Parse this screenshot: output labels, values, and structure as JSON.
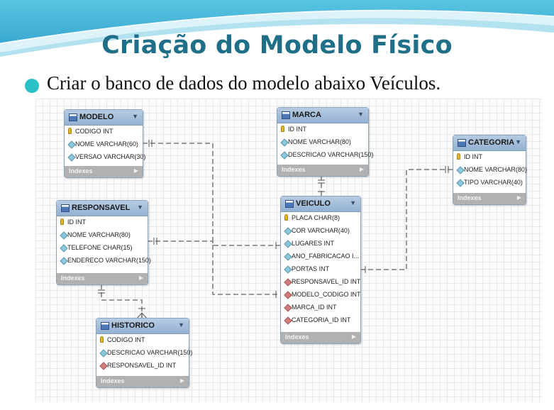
{
  "slide": {
    "title": "Criação do Modelo Físico",
    "bullet": "Criar o banco de dados do modelo abaixo Veículos."
  },
  "colors": {
    "title": "#1f6f89",
    "bullet": "#2bc0c8",
    "wave": "#44b8d8"
  },
  "indexes_label": "Indexes",
  "tables": [
    {
      "id": "modelo",
      "name": "MODELO",
      "columns": [
        {
          "icon": "pk",
          "text": "CODIGO INT"
        },
        {
          "icon": "col",
          "text": "NOME VARCHAR(60)"
        },
        {
          "icon": "col",
          "text": "VERSAO VARCHAR(30)"
        }
      ]
    },
    {
      "id": "marca",
      "name": "MARCA",
      "columns": [
        {
          "icon": "pk",
          "text": "ID INT"
        },
        {
          "icon": "col",
          "text": "NOME VARCHAR(80)"
        },
        {
          "icon": "col",
          "text": "DESCRICAO VARCHAR(150)"
        }
      ]
    },
    {
      "id": "categoria",
      "name": "CATEGORIA",
      "columns": [
        {
          "icon": "pk",
          "text": "ID INT"
        },
        {
          "icon": "col",
          "text": "NOME VARCHAR(80)"
        },
        {
          "icon": "col",
          "text": "TIPO VARCHAR(40)"
        }
      ]
    },
    {
      "id": "responsavel",
      "name": "RESPONSAVEL",
      "columns": [
        {
          "icon": "pk",
          "text": "ID INT"
        },
        {
          "icon": "col",
          "text": "NOME VARCHAR(80)"
        },
        {
          "icon": "col",
          "text": "TELEFONE CHAR(15)"
        },
        {
          "icon": "col",
          "text": "ENDERECO VARCHAR(150)"
        }
      ]
    },
    {
      "id": "veiculo",
      "name": "VEICULO",
      "columns": [
        {
          "icon": "pk",
          "text": "PLACA CHAR(8)"
        },
        {
          "icon": "col",
          "text": "COR VARCHAR(40)"
        },
        {
          "icon": "col",
          "text": "LUGARES INT"
        },
        {
          "icon": "col",
          "text": "ANO_FABRICACAO I..."
        },
        {
          "icon": "col",
          "text": "PORTAS INT"
        },
        {
          "icon": "fk",
          "text": "RESPONSAVEL_ID INT"
        },
        {
          "icon": "fk",
          "text": "MODELO_CODIGO INT"
        },
        {
          "icon": "fk",
          "text": "MARCA_ID INT"
        },
        {
          "icon": "fk",
          "text": "CATEGORIA_ID INT"
        }
      ]
    },
    {
      "id": "historico",
      "name": "HISTORICO",
      "columns": [
        {
          "icon": "pk",
          "text": "CODIGO INT"
        },
        {
          "icon": "col",
          "text": "DESCRICAO VARCHAR(150)"
        },
        {
          "icon": "fk",
          "text": "RESPONSAVEL_ID INT"
        }
      ]
    }
  ]
}
